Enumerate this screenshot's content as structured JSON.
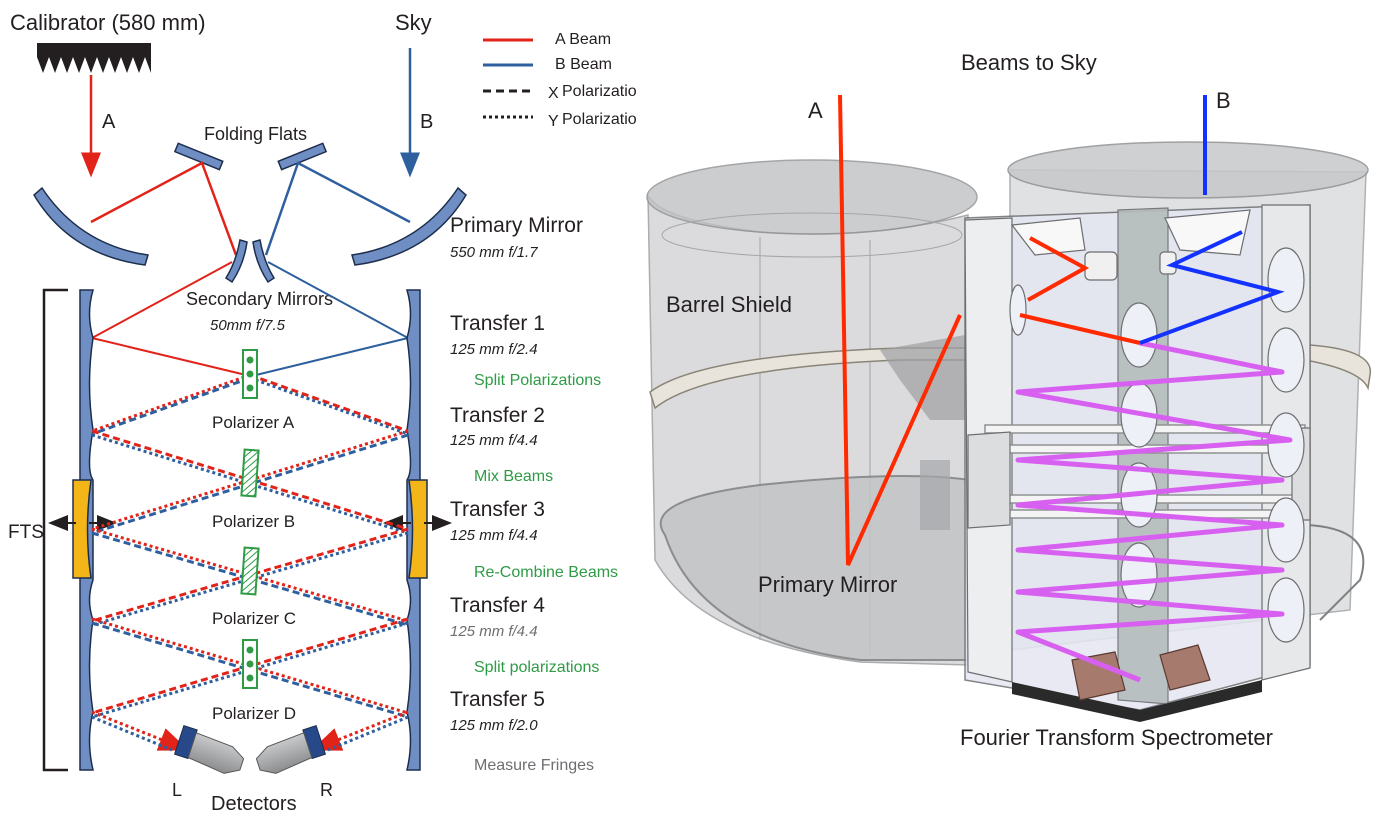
{
  "left": {
    "calibrator_label": "Calibrator (580 mm)",
    "sky_label": "Sky",
    "beam_a_letter": "A",
    "beam_b_letter": "B",
    "folding_flats": "Folding Flats",
    "primary_mirror": "Primary Mirror",
    "primary_spec": "550 mm f/1.7",
    "secondary_mirrors": "Secondary Mirrors",
    "secondary_spec": "50mm  f/7.5",
    "transfers": [
      {
        "name": "Transfer 1",
        "spec": "125 mm f/2.4"
      },
      {
        "name": "Transfer 2",
        "spec": "125 mm f/4.4"
      },
      {
        "name": "Transfer 3",
        "spec": "125 mm f/4.4"
      },
      {
        "name": "Transfer 4",
        "spec": "125 mm f/4.4"
      },
      {
        "name": "Transfer 5",
        "spec": "125 mm f/2.0"
      }
    ],
    "stages": [
      "Split Polarizations",
      "Mix Beams",
      "Re-Combine Beams",
      "Split polarizations"
    ],
    "measure_fringes": "Measure Fringes",
    "polarizers": [
      "Polarizer A",
      "Polarizer B",
      "Polarizer C",
      "Polarizer D"
    ],
    "fts": "FTS",
    "detectors": "Detectors",
    "det_left": "L",
    "det_right": "R"
  },
  "legend": {
    "a_beam": "A Beam",
    "b_beam": "B Beam",
    "x_pol_prefix": "X",
    "x_pol": "Polarizatio",
    "y_pol_prefix": "Y",
    "y_pol": "Polarizatio"
  },
  "right": {
    "beams_to_sky": "Beams to Sky",
    "beam_a": "A",
    "beam_b": "B",
    "barrel_shield": "Barrel Shield",
    "primary_mirror": "Primary Mirror",
    "fts_title": "Fourier Transform Spectrometer"
  },
  "colors": {
    "a_beam": "#e2231a",
    "b_beam": "#2e5f9e",
    "mirror_fill": "#6f8ec4",
    "fts_mirror": "#f3b518",
    "polarizer_green": "#2e9b45",
    "render_red": "#ff2a00",
    "render_blue": "#1432ff",
    "render_magenta": "#d860f0"
  }
}
